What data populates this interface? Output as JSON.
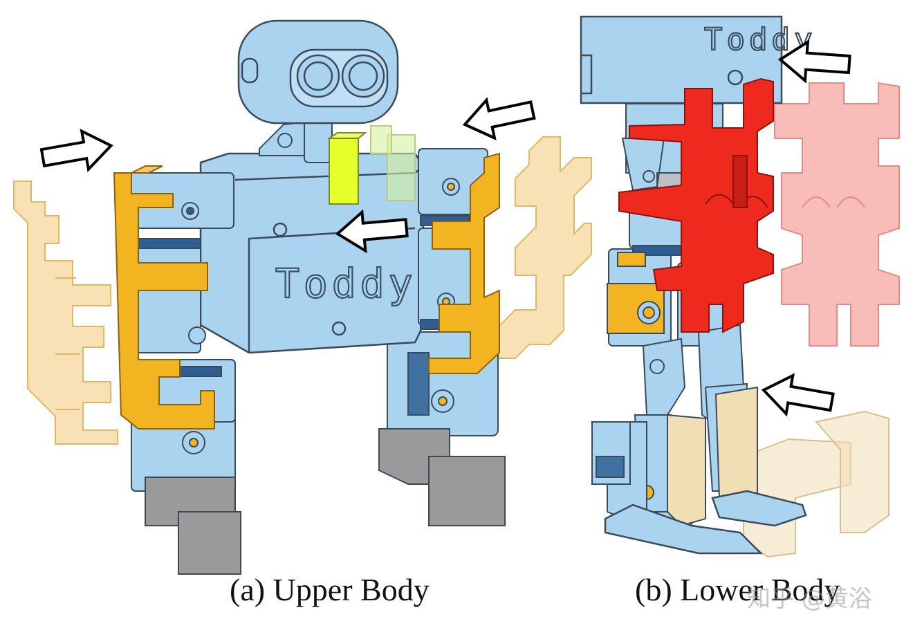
{
  "figure": {
    "panels": [
      {
        "id": "a",
        "caption": "(a) Upper Body",
        "engraving": "Toddy"
      },
      {
        "id": "b",
        "caption": "(b) Lower Body",
        "engraving": "Toddy"
      }
    ],
    "watermark": "知乎 @黄浴",
    "colors": {
      "body": "#a9d3ee",
      "outline": "#3b4a58",
      "arm_frame": "#f2b421",
      "arm_frame_ghost": "#f6d79c",
      "hip_frame": "#ee2a1f",
      "hip_frame_ghost": "#f6a7a0",
      "shin_guard": "#f0deb4",
      "accent_yellow": "#e5ff2a",
      "foot_gray": "#9a9a9a",
      "gear_blue": "#2f5f92",
      "arrow_stroke": "#000000",
      "arrow_fill": "#ffffff"
    }
  }
}
